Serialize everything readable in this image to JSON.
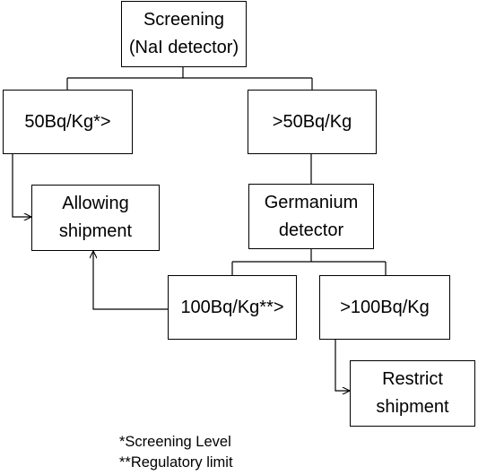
{
  "boxes": {
    "screening": {
      "line1": "Screening",
      "line2": "(NaI detector)"
    },
    "below_screening": {
      "line1": "50Bq/Kg*>"
    },
    "above_screening": {
      "line1": ">50Bq/Kg"
    },
    "allowing": {
      "line1": "Allowing",
      "line2": "shipment"
    },
    "germanium": {
      "line1": "Germanium",
      "line2": "detector"
    },
    "below_regulatory": {
      "line1": "100Bq/Kg**>"
    },
    "above_regulatory": {
      "line1": ">100Bq/Kg"
    },
    "restrict": {
      "line1": "Restrict",
      "line2": "shipment"
    }
  },
  "footnotes": {
    "screening_level": "*Screening Level",
    "regulatory_limit": "**Regulatory limit"
  }
}
